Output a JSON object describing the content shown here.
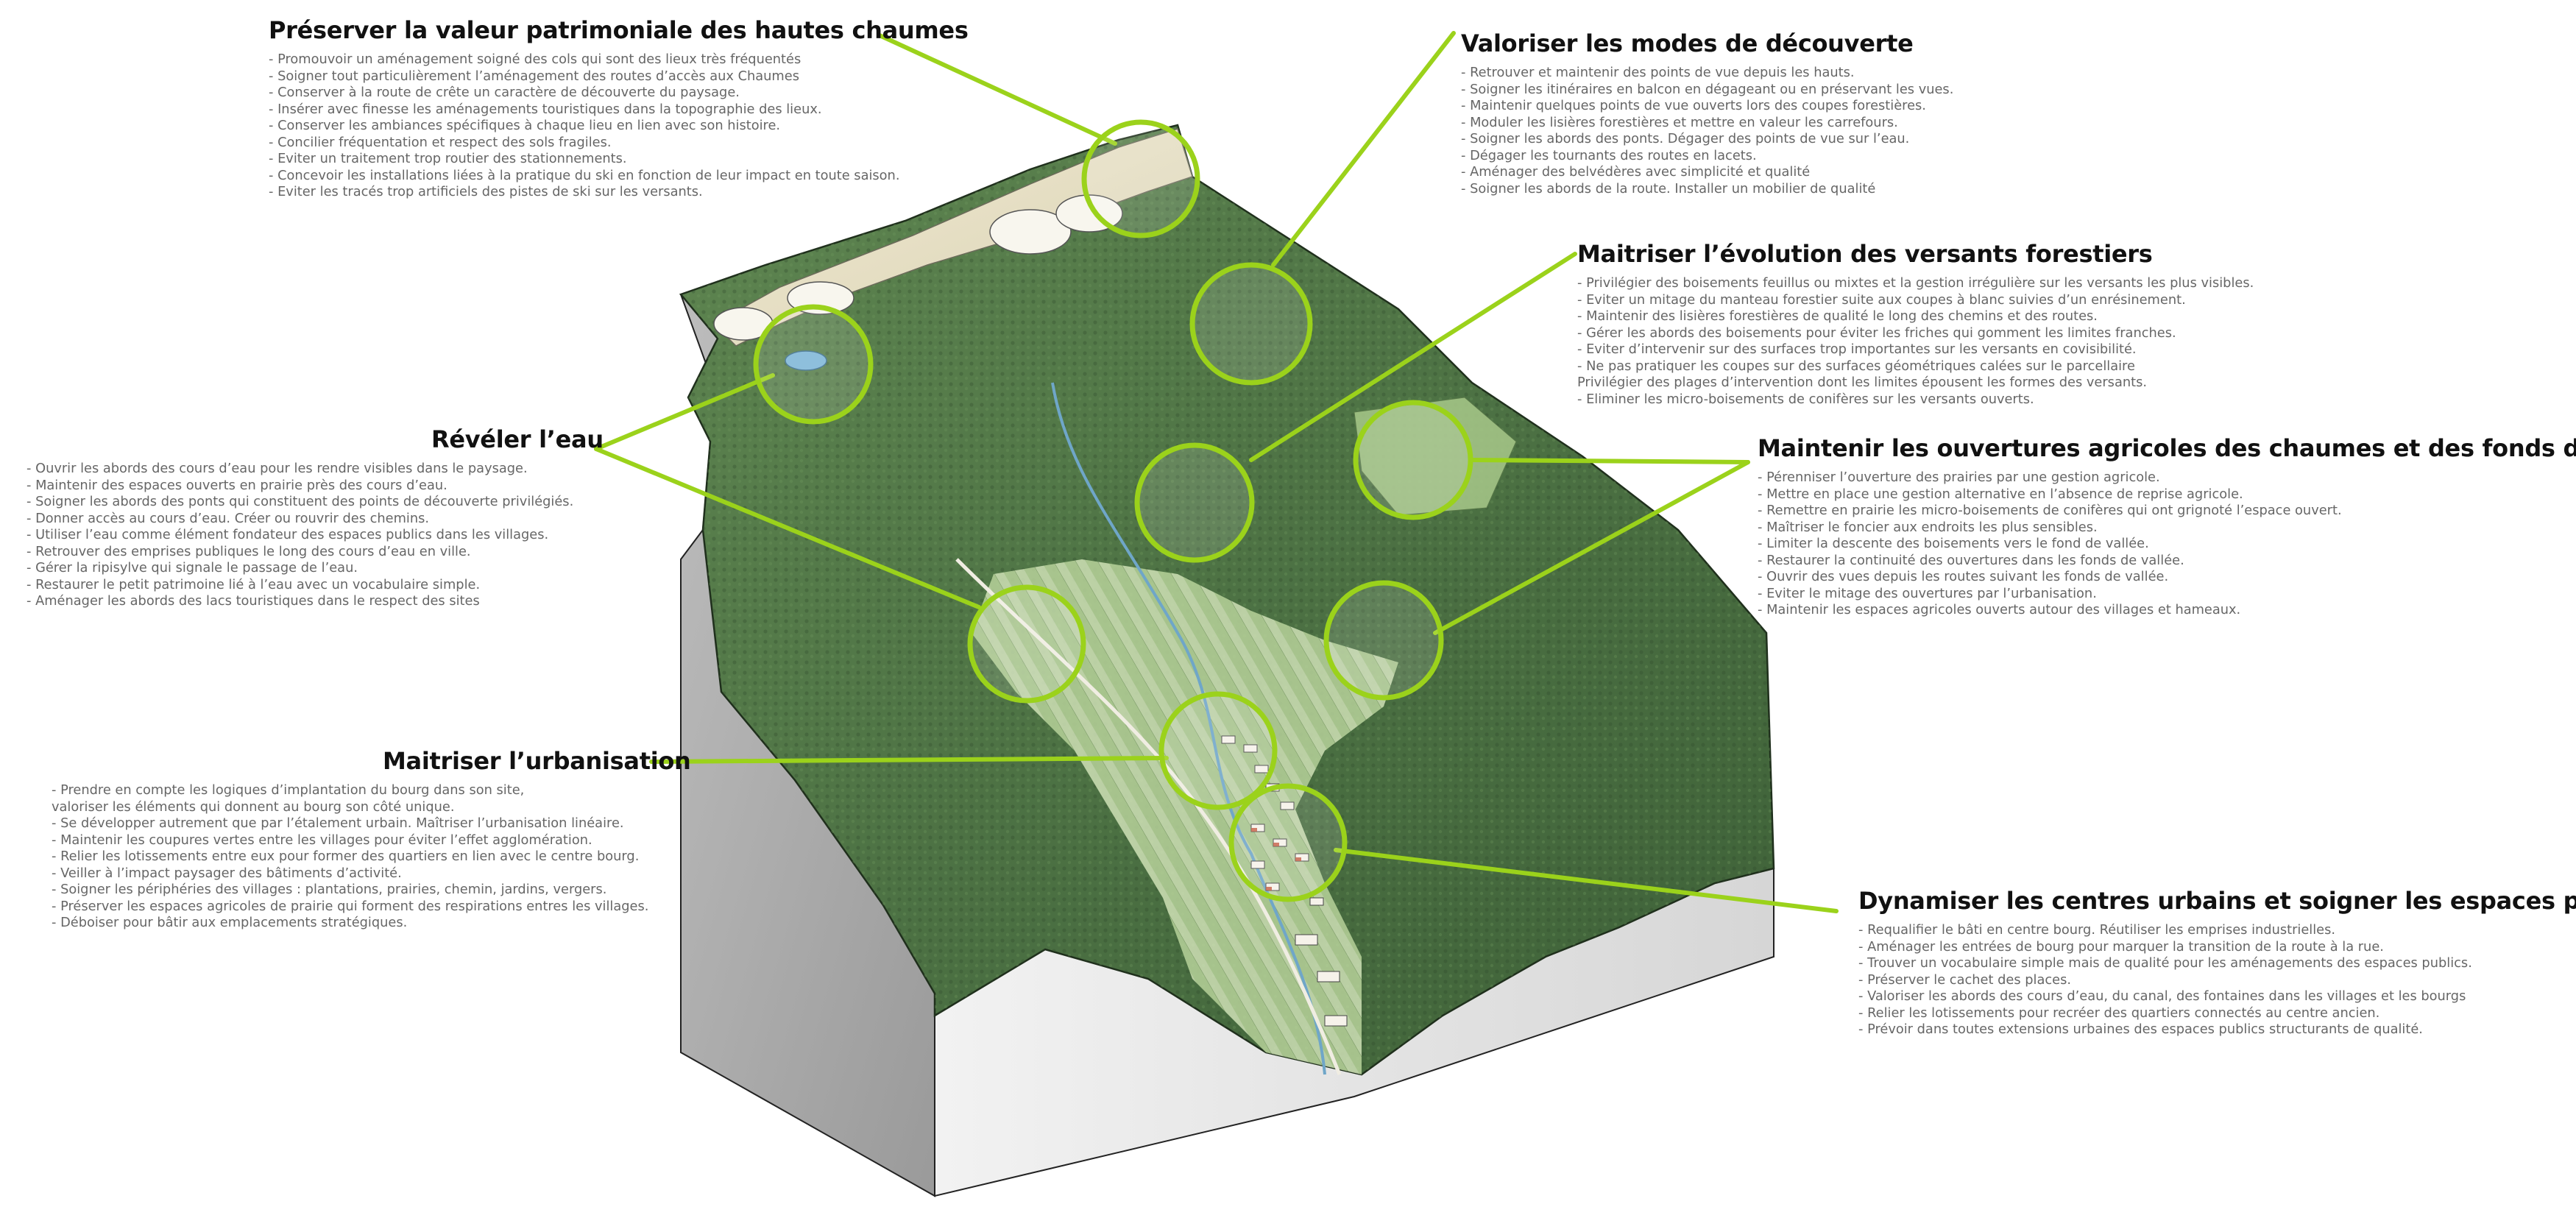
{
  "blocks": [
    {
      "id": "hautes-chaumes",
      "title": "Préserver la valeur patrimoniale des hautes chaumes",
      "items": [
        "- Promouvoir un aménagement soigné des cols qui sont des lieux très fréquentés",
        "- Soigner tout particulièrement l’aménagement des routes d’accès aux Chaumes",
        "- Conserver à la route de crête un caractère de découverte du paysage.",
        "- Insérer avec finesse les aménagements touristiques dans la topographie des lieux.",
        "- Conserver les ambiances spécifiques à chaque lieu en lien avec son histoire.",
        "- Concilier fréquentation et respect des sols fragiles.",
        "- Eviter un traitement trop routier des stationnements.",
        "- Concevoir les installations liées à la pratique du ski en fonction de leur impact en toute saison.",
        "- Eviter les tracés trop artificiels des pistes de ski sur les versants."
      ]
    },
    {
      "id": "decouverte",
      "title": "Valoriser les modes de découverte",
      "items": [
        "- Retrouver et maintenir des points de vue depuis les hauts.",
        "- Soigner les itinéraires en balcon en dégageant ou en préservant les vues.",
        "- Maintenir quelques points de vue ouverts lors des coupes forestières.",
        "- Moduler les lisières forestières et mettre en valeur les carrefours.",
        "- Soigner les abords des ponts. Dégager des points de vue sur l’eau.",
        "- Dégager les tournants des routes en lacets.",
        "- Aménager des belvédères avec simplicité et qualité",
        "- Soigner les abords de la route. Installer un mobilier de qualité"
      ]
    },
    {
      "id": "versants",
      "title": "Maitriser l’évolution des versants forestiers",
      "items": [
        "- Privilégier des boisements feuillus ou mixtes et la gestion irrégulière sur les versants les plus visibles.",
        "- Eviter un mitage du manteau forestier suite aux coupes à blanc suivies d’un enrésinement.",
        "- Maintenir des lisières forestières de qualité le long des chemins et des routes.",
        "- Gérer les abords des boisements pour éviter les friches qui gomment les limites franches.",
        "- Eviter d’intervenir sur des surfaces trop importantes sur les versants en covisibilité.",
        "- Ne pas pratiquer les coupes sur des surfaces géométriques calées sur le parcellaire",
        "   Privilégier des plages d’intervention dont les limites épousent les formes des versants.",
        "- Eliminer les micro-boisements de conifères sur les versants ouverts."
      ]
    },
    {
      "id": "eau",
      "title": "Révéler l’eau",
      "items": [
        "- Ouvrir les abords des cours d’eau pour les rendre visibles dans le paysage.",
        "- Maintenir des espaces ouverts en prairie près des cours d’eau.",
        "- Soigner les abords des ponts qui constituent des points de découverte privilégiés.",
        "- Donner accès au cours d’eau. Créer ou rouvrir des chemins.",
        "- Utiliser l’eau comme élément fondateur des espaces publics dans les villages.",
        "- Retrouver des emprises publiques le long des cours d’eau en ville.",
        "- Gérer la ripisylve qui signale le passage de l’eau.",
        "- Restaurer le petit patrimoine lié à l’eau avec un vocabulaire simple.",
        "- Aménager les abords des lacs touristiques dans le respect des sites"
      ]
    },
    {
      "id": "ouvertures",
      "title": "Maintenir les ouvertures agricoles des chaumes et des fonds de vallée",
      "items": [
        "- Pérenniser l’ouverture des prairies par une gestion agricole.",
        "- Mettre en place une gestion alternative en l’absence de reprise agricole.",
        "- Remettre en prairie les micro-boisements de conifères qui ont grignoté l’espace ouvert.",
        "- Maîtriser le foncier aux endroits les plus sensibles.",
        "- Limiter la descente des boisements vers le fond de vallée.",
        "- Restaurer la continuité des ouvertures dans les fonds de vallée.",
        "- Ouvrir des vues depuis les routes suivant les fonds de vallée.",
        "- Eviter le mitage des ouvertures par l’urbanisation.",
        "- Maintenir les espaces agricoles ouverts autour des villages et hameaux."
      ]
    },
    {
      "id": "urbanisation",
      "title": "Maitriser l’urbanisation",
      "items": [
        "- Prendre en compte les logiques d’implantation du bourg dans son site,",
        "   valoriser les éléments qui donnent au bourg son côté unique.",
        "- Se développer autrement que par l’étalement urbain. Maîtriser l’urbanisation linéaire.",
        "- Maintenir les coupures vertes entre les villages pour éviter l’effet agglomération.",
        "- Relier les lotissements entre eux pour former des quartiers en lien avec le centre bourg.",
        "- Veiller à l’impact paysager des bâtiments d’activité.",
        "- Soigner les périphéries des villages : plantations, prairies, chemin, jardins, vergers.",
        "- Préserver les espaces agricoles de prairie qui forment des respirations entres les villages.",
        "- Déboiser pour bâtir aux emplacements stratégiques."
      ]
    },
    {
      "id": "centres",
      "title": "Dynamiser les centres urbains et soigner les espaces publics",
      "items": [
        "- Requalifier le bâti en centre bourg. Réutiliser les emprises industrielles.",
        "- Aménager les entrées de bourg pour marquer la transition de la route à la rue.",
        "- Trouver un vocabulaire simple mais de qualité pour les aménagements des espaces publics.",
        "- Préserver le cachet des places.",
        "- Valoriser les abords des cours d’eau, du canal, des fontaines dans les villages et les bourgs",
        "- Relier les lotissements pour recréer des quartiers connectés au centre ancien.",
        "- Prévoir dans toutes extensions urbaines des espaces publics structurants de qualité."
      ]
    }
  ],
  "colors": {
    "accent": "#9bd21b",
    "forest": "#4f7446",
    "forest_dark": "#2f4a2c",
    "meadow": "#a8c98a",
    "summit": "#e9e1c8",
    "block_side": "#c9c9c9",
    "block_front": "#e3e3e3"
  }
}
